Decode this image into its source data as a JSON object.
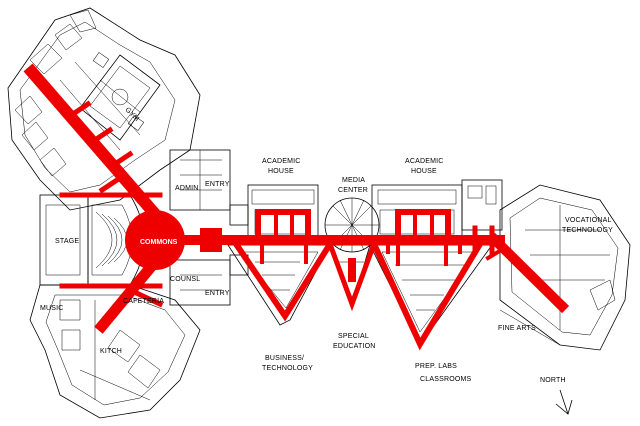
{
  "colors": {
    "corridor": "#ee0000",
    "outline": "#000000",
    "background": "#ffffff"
  },
  "labels": {
    "stage": "STAGE",
    "commons": "COMMONS",
    "gym": "GYM",
    "admin": "ADMIN",
    "entry_top": "ENTRY",
    "entry_bottom": "ENTRY",
    "counsel": "COUNSL",
    "cafeteria": "CAFETERIA",
    "music": "MUSIC",
    "kitchen": "KITCH",
    "academic_house_1_line1": "ACADEMIC",
    "academic_house_1_line2": "HOUSE",
    "media_center_line1": "MEDIA",
    "media_center_line2": "CENTER",
    "academic_house_2_line1": "ACADEMIC",
    "academic_house_2_line2": "HOUSE",
    "vocational_line1": "VOCATIONAL",
    "vocational_line2": "TECHNOLOGY",
    "business_line1": "BUSINESS/",
    "business_line2": "TECHNOLOGY",
    "special_ed_line1": "SPECIAL",
    "special_ed_line2": "EDUCATION",
    "prep_labs": "PREP. LABS",
    "classrooms": "CLASSROOMS",
    "fine_arts": "FINE ARTS",
    "north": "NORTH"
  }
}
